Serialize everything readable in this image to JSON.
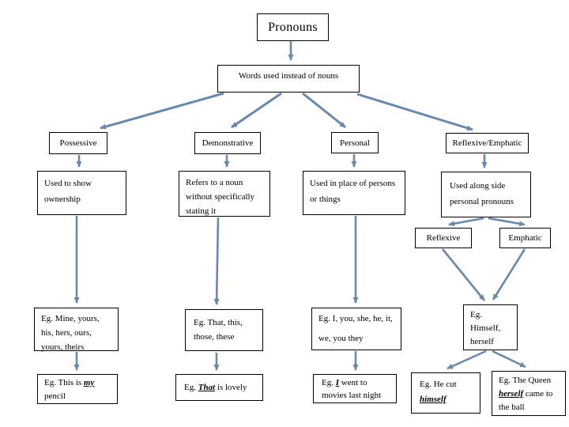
{
  "colors": {
    "arrow": "#6889ad",
    "border": "#000000",
    "text": "#000000",
    "background": "#ffffff"
  },
  "diagram": {
    "title": "Pronouns",
    "definition": "Words used instead of nouns",
    "branches": {
      "possessive": {
        "label": "Possessive",
        "description": [
          "Used to show",
          "ownership"
        ],
        "examples": [
          "Eg.  Mine, yours,",
          "his, hers, ours,",
          "yours, theirs"
        ],
        "sentence": {
          "pre": "Eg. This is ",
          "em": "my",
          "post": " pencil"
        }
      },
      "demonstrative": {
        "label": "Demonstrative",
        "description": [
          "Refers to a noun",
          "without specifically",
          "stating it"
        ],
        "examples": [
          "Eg.  That, this,",
          "those, these"
        ],
        "sentence": {
          "pre": "Eg.  ",
          "em": "That",
          "post": " is lovely"
        }
      },
      "personal": {
        "label": "Personal",
        "description": [
          "Used in place of persons",
          "or things"
        ],
        "examples": [
          "Eg.  I, you, she, he, it,",
          "we, you they"
        ],
        "sentence": {
          "pre": "Eg. ",
          "em": "I",
          "post": " went to movies last night"
        }
      },
      "reflexive_emphatic": {
        "label": "Reflexive/Emphatic",
        "description": [
          "Used along side",
          "personal pronouns"
        ],
        "subtypes": {
          "reflexive": "Reflexive",
          "emphatic": "Emphatic"
        },
        "examples": [
          "Eg.",
          "Himself,",
          "herself"
        ],
        "reflexive_sentence": {
          "pre": "Eg. He cut ",
          "em": "himself",
          "post": ""
        },
        "emphatic_sentence": {
          "pre": "Eg. The Queen ",
          "em": "herself",
          "post": " came to the ball"
        }
      }
    }
  }
}
